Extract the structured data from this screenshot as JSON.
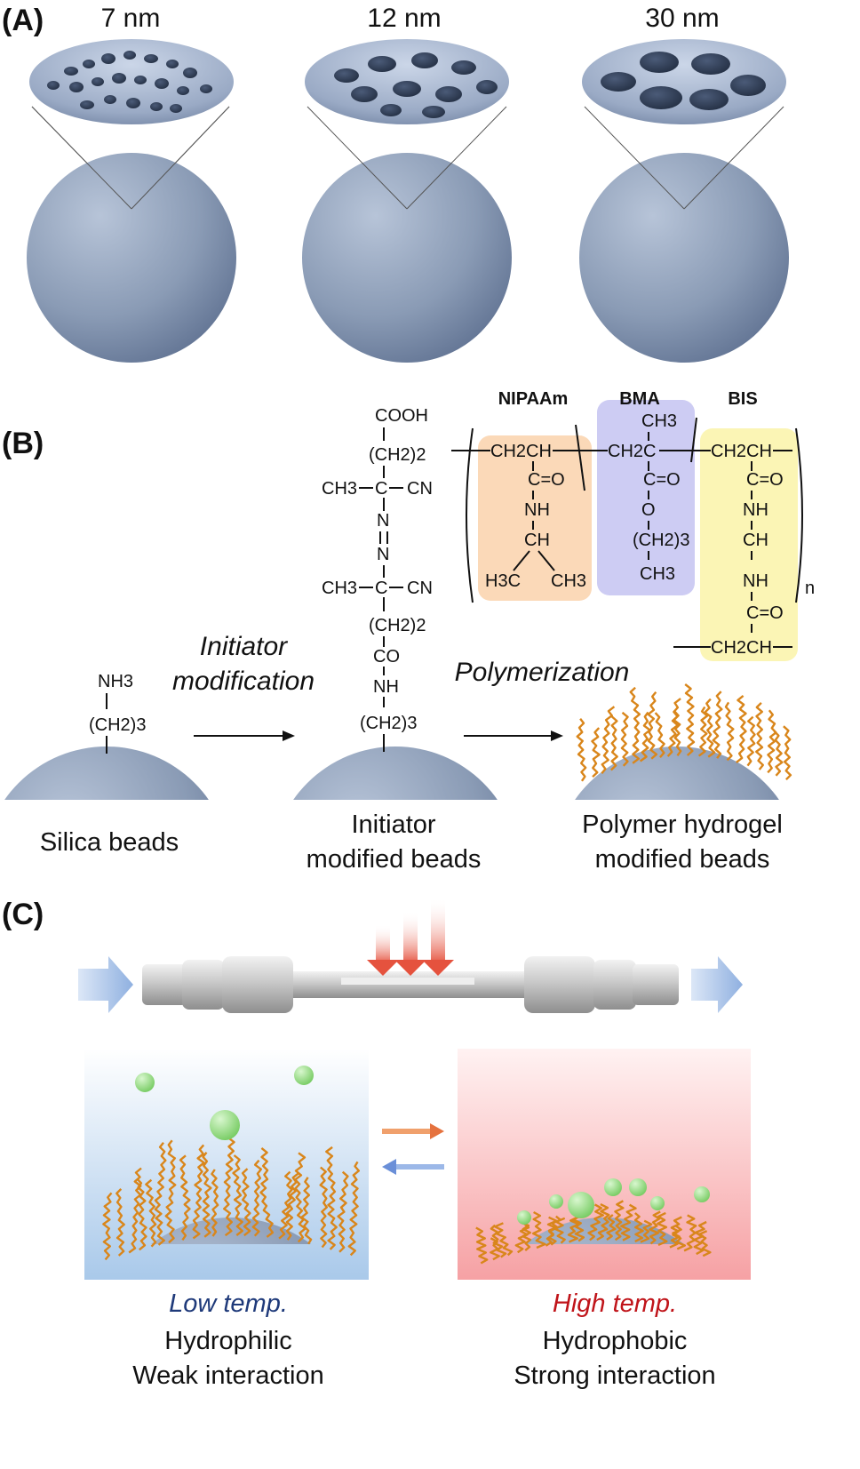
{
  "panels": {
    "a": "(A)",
    "b": "(B)",
    "c": "(C)"
  },
  "pore_sizes": [
    "7 nm",
    "12 nm",
    "30 nm"
  ],
  "chemistry": {
    "monomers": [
      "NIPAAm",
      "BMA",
      "BIS"
    ],
    "silane": {
      "nh3": "NH3",
      "ch2_3": "(CH2)3"
    },
    "initiator": {
      "cooh": "COOH",
      "ch2_2": "(CH2)2",
      "ch3": "CH3",
      "cn": "CN",
      "n": "N",
      "co": "CO",
      "nh": "NH",
      "ch2_3": "(CH2)3"
    },
    "polymer": {
      "ch2ch": "CH2CH",
      "ch2c": "CH2C",
      "ch3": "CH3",
      "c_o": "C=O",
      "nh": "NH",
      "ch": "CH",
      "h3c": "H3C",
      "o": "O",
      "ch2_3": "(CH2)3",
      "n": "n"
    }
  },
  "steps": {
    "initiator_modification": [
      "Initiator",
      "modification"
    ],
    "polymerization": "Polymerization"
  },
  "bead_labels": {
    "silica": "Silica beads",
    "initiator": [
      "Initiator",
      "modified beads"
    ],
    "polymer": [
      "Polymer hydrogel",
      "modified beads"
    ]
  },
  "conditions": {
    "low": {
      "title": "Low temp.",
      "line1": "Hydrophilic",
      "line2": "Weak interaction"
    },
    "high": {
      "title": "High temp.",
      "line1": "Hydrophobic",
      "line2": "Strong interaction"
    }
  },
  "colors": {
    "bead": "#8a9bb5",
    "pore_disk": "#9aaac5",
    "pore_hole": "#2c3a52",
    "nipaam_box": "#fbd9b8",
    "bma_box": "#cdccf3",
    "bis_box": "#fbf5b5",
    "polymer_chain": "#d9861b",
    "protein": "#8fdc7a",
    "low_temp_text": "#1f3a7a",
    "high_temp_text": "#c0141a",
    "flow_arrow": "#a9c0e6",
    "heat_arrow": "#e5523e"
  }
}
